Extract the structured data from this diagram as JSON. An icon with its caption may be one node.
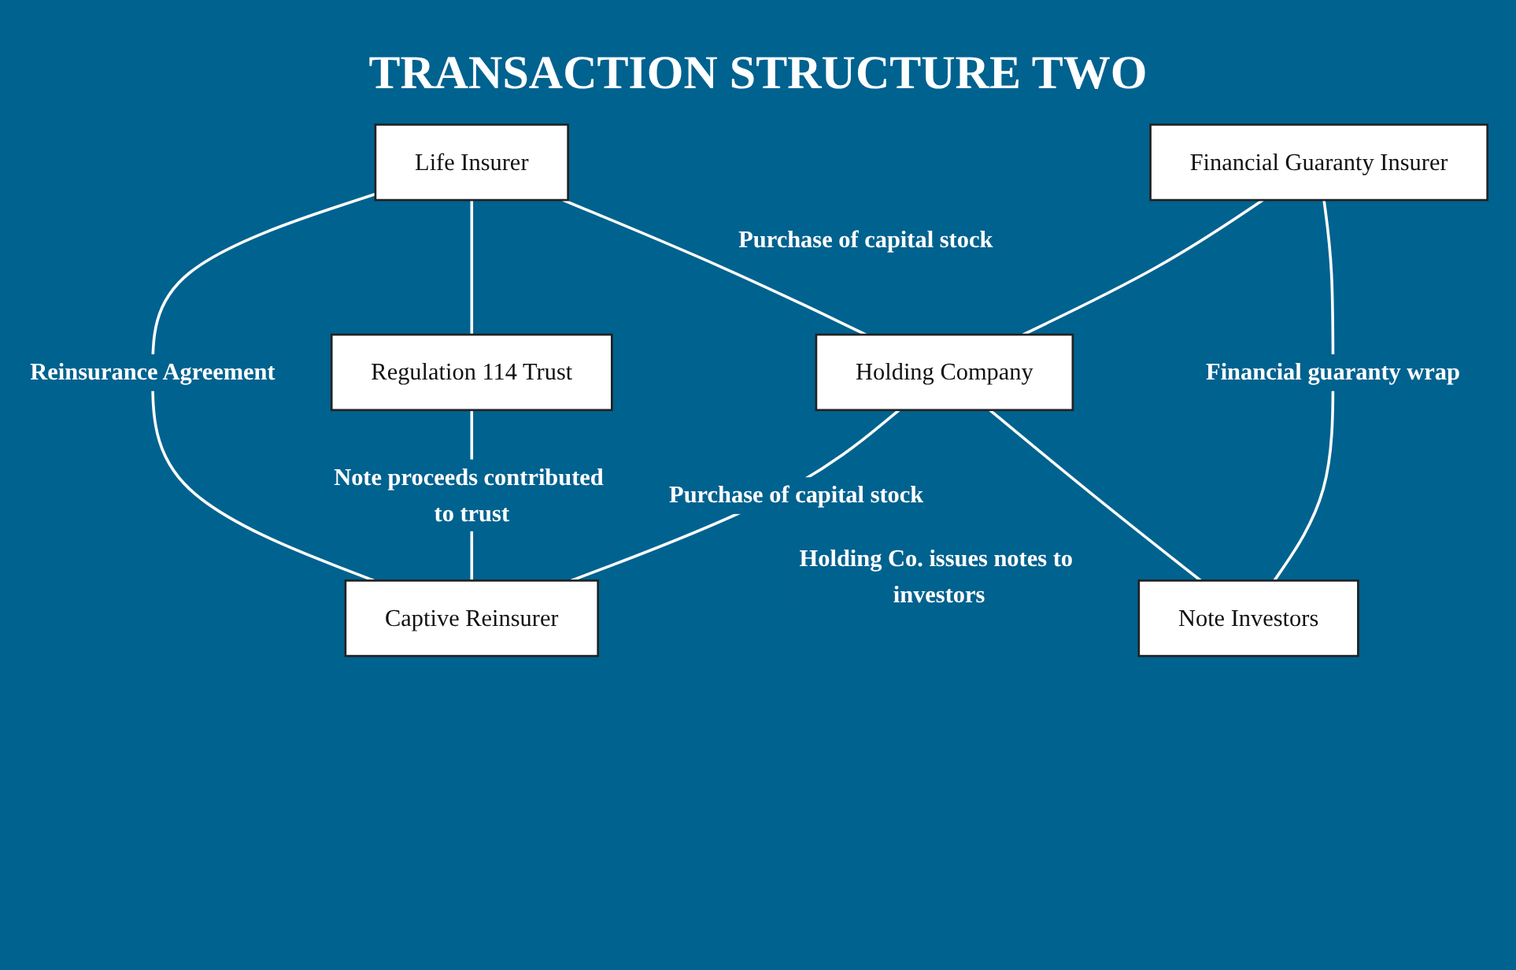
{
  "diagram": {
    "title": "TRANSACTION STRUCTURE TWO",
    "nodes": [
      {
        "text": [
          "Life Insurer"
        ]
      },
      {
        "text": [
          "Financial Guaranty Insurer"
        ]
      },
      {
        "text": [
          "Regulation 114 Trust"
        ]
      },
      {
        "text": [
          "Holding Company"
        ]
      },
      {
        "text": [
          "Note Investors"
        ]
      },
      {
        "text": [
          "Captive Reinsurer"
        ]
      }
    ],
    "edges": [
      {
        "from": 0,
        "to": 2,
        "arrow": "none"
      },
      {
        "from": 0,
        "to": 5,
        "arrow": "none",
        "label": "Reinsurance Agreement"
      },
      {
        "from": 0,
        "to": 3,
        "arrow": "none",
        "label": "Purchase of capital stock"
      },
      {
        "from": 2,
        "to": 5,
        "arrow": "none",
        "label": "Note proceeds contributed to trust"
      },
      {
        "from": 3,
        "to": 5,
        "arrow": "none",
        "label": "Purchase of capital stock"
      },
      {
        "from": 3,
        "to": 4,
        "arrow": "none",
        "label": "Holding Co. issues notes to investors"
      },
      {
        "from": 1,
        "to": 3,
        "arrow": "none"
      },
      {
        "from": 1,
        "to": 4,
        "arrow": "none",
        "label": "Financial guaranty wrap"
      }
    ]
  }
}
